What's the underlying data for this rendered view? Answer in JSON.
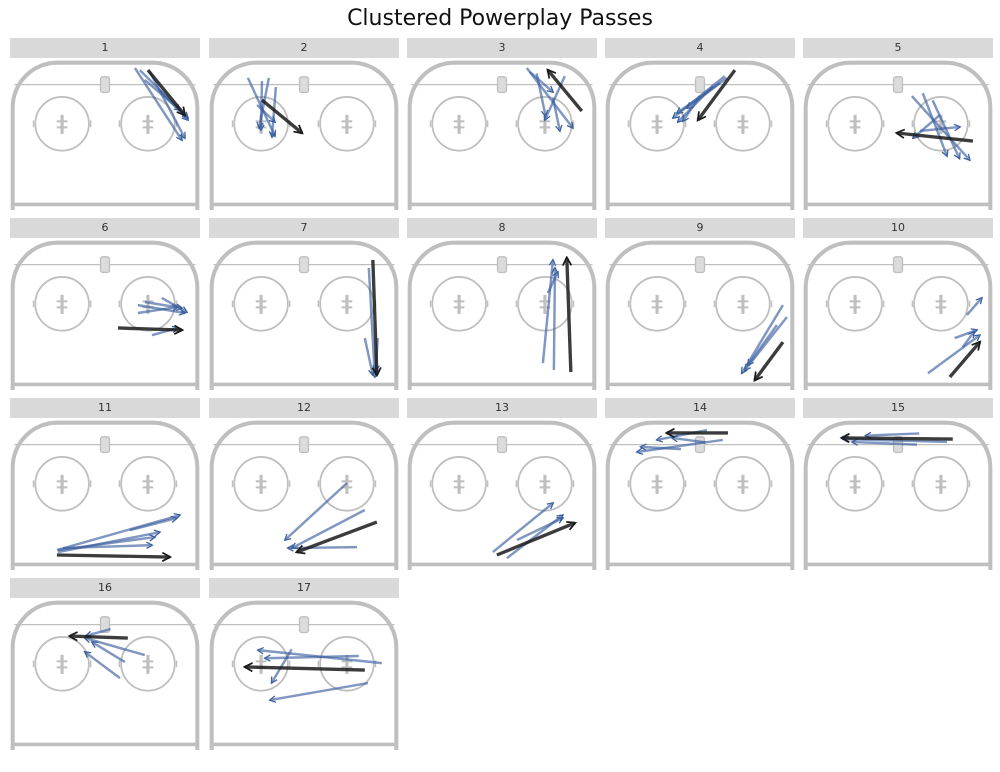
{
  "chart_data": {
    "type": "line",
    "title": "Clustered Powerplay Passes",
    "units": "feet",
    "rink_extent": {
      "x": [
        0,
        85
      ],
      "y": [
        0,
        67
      ]
    },
    "colors": {
      "pass": "#3a5fa0",
      "cluster_mean": "#1a1a1a",
      "rink": "#bfbfbf",
      "strip": "#d9d9d9"
    },
    "panels": [
      {
        "label": "1",
        "mean": [
          61.7,
          4.5,
          78.2,
          24.6
        ],
        "passes": [
          [
            55.9,
            3.6,
            76.9,
            35.8
          ],
          [
            58.1,
            4.5,
            79.6,
            25.9
          ],
          [
            62.6,
            5.4,
            78.2,
            34.9
          ],
          [
            60.3,
            8.9,
            76,
            22.4
          ],
          [
            67,
            13.4,
            79.6,
            26.8
          ]
        ]
      },
      {
        "label": "2",
        "mean": [
          23.7,
          17.9,
          41.6,
          32.6
        ],
        "passes": [
          [
            17.4,
            8,
            29.5,
            34
          ],
          [
            23.7,
            9.4,
            23.2,
            31.3
          ],
          [
            26.8,
            8,
            22.4,
            30.4
          ],
          [
            29.9,
            12.1,
            28.2,
            34.4
          ],
          [
            21.5,
            20.1,
            29.5,
            27.7
          ]
        ]
      },
      {
        "label": "3",
        "mean": [
          78.2,
          22.8,
          63,
          4.5
        ],
        "passes": [
          [
            53.6,
            3.6,
            74.2,
            30.4
          ],
          [
            70.6,
            7.2,
            61.7,
            26.8
          ],
          [
            65.3,
            17,
            68.4,
            31.7
          ],
          [
            55,
            5.4,
            65.3,
            14.3
          ],
          [
            58,
            6,
            62,
            25
          ]
        ]
      },
      {
        "label": "4",
        "mean": [
          58.1,
          4.5,
          41.6,
          26.8
        ],
        "passes": [
          [
            53.6,
            7.2,
            30.4,
            25.9
          ],
          [
            48.3,
            11.6,
            32.6,
            27.7
          ],
          [
            51.4,
            10.3,
            32.2,
            23.7
          ],
          [
            42.5,
            16.1,
            34.9,
            27.3
          ],
          [
            54.5,
            8,
            36.7,
            21.5
          ]
        ]
      },
      {
        "label": "5",
        "mean": [
          76,
          36.2,
          42,
          32.6
        ],
        "passes": [
          [
            48.7,
            16.1,
            74.6,
            44.7
          ],
          [
            53.6,
            14.8,
            64.4,
            42.9
          ],
          [
            52.3,
            31.7,
            70.2,
            29.9
          ],
          [
            61.2,
            24.6,
            49.2,
            34.9
          ],
          [
            58,
            18,
            70,
            44
          ]
        ]
      },
      {
        "label": "6",
        "mean": [
          48.3,
          39.3,
          76.9,
          40.2
        ],
        "passes": [
          [
            57.2,
            29.1,
            78.2,
            32.6
          ],
          [
            60.3,
            27.7,
            76.9,
            30.4
          ],
          [
            67.9,
            25.9,
            79.1,
            32.2
          ],
          [
            63.5,
            42.5,
            75.1,
            39.3
          ],
          [
            57.2,
            32.6,
            75.1,
            29.9
          ]
        ]
      },
      {
        "label": "7",
        "mean": [
          73.3,
          8.9,
          75.1,
          60.3
        ],
        "passes": [
          [
            71.5,
            12.5,
            74.2,
            61.2
          ],
          [
            69.7,
            43.8,
            73.3,
            60.3
          ],
          [
            75.5,
            43.8,
            74.6,
            58.5
          ]
        ]
      },
      {
        "label": "8",
        "mean": [
          73.3,
          59,
          71.5,
          8
        ],
        "passes": [
          [
            60.8,
            55,
            65.3,
            8.9
          ],
          [
            65.7,
            58.1,
            66.2,
            12.5
          ],
          [
            63,
            23.7,
            67.5,
            14.3
          ]
        ]
      },
      {
        "label": "9",
        "mean": [
          79.6,
          45.6,
          67,
          62.6
        ],
        "passes": [
          [
            79.6,
            29.1,
            61.2,
            59.5
          ],
          [
            81.4,
            34.4,
            62.6,
            58.1
          ],
          [
            76.9,
            38,
            63.9,
            55.9
          ]
        ]
      },
      {
        "label": "10",
        "mean": [
          65.7,
          61.2,
          79.1,
          45.6
        ],
        "passes": [
          [
            55.9,
            59.5,
            79.1,
            42.5
          ],
          [
            73.3,
            33.5,
            80,
            25.9
          ],
          [
            67.9,
            43.8,
            77.8,
            40.2
          ],
          [
            71.5,
            47.8,
            76.5,
            41
          ]
        ]
      },
      {
        "label": "11",
        "mean": [
          21,
          60.3,
          71.5,
          61.2
        ],
        "passes": [
          [
            21,
            58.1,
            76,
            42.5
          ],
          [
            21.5,
            59,
            67,
            50.1
          ],
          [
            23.7,
            57.2,
            63.5,
            55.9
          ],
          [
            21.5,
            58.1,
            64.8,
            52.3
          ],
          [
            53.6,
            49.2,
            74.6,
            43.8
          ]
        ]
      },
      {
        "label": "12",
        "mean": [
          75.1,
          45.6,
          39.3,
          59
        ],
        "passes": [
          [
            61.7,
            28.2,
            34,
            53.6
          ],
          [
            69.7,
            40.2,
            37.1,
            57.2
          ],
          [
            66.2,
            56.8,
            35.3,
            57.2
          ]
        ]
      },
      {
        "label": "13",
        "mean": [
          40.2,
          60.3,
          75.1,
          46
        ],
        "passes": [
          [
            38.4,
            59,
            65.3,
            37.1
          ],
          [
            44.7,
            61.7,
            69.7,
            42.5
          ],
          [
            49.2,
            53.6,
            69.7,
            43.8
          ]
        ]
      },
      {
        "label": "14",
        "mean": [
          55,
          5.8,
          27.7,
          5.8
        ],
        "passes": [
          [
            52.7,
            8.9,
            14.3,
            14.3
          ],
          [
            45.6,
            4.5,
            23.2,
            8.9
          ],
          [
            45,
            10,
            30,
            8
          ],
          [
            34,
            13,
            16,
            12
          ]
        ]
      },
      {
        "label": "15",
        "mean": [
          67,
          8.5,
          17.4,
          8
        ],
        "passes": [
          [
            64.4,
            9.8,
            17.9,
            8.5
          ],
          [
            52,
            6,
            28,
            7
          ],
          [
            51,
            11,
            22,
            9.8
          ]
        ]
      },
      {
        "label": "16",
        "mean": [
          52.7,
          17,
          26.8,
          16.1
        ],
        "passes": [
          [
            60.3,
            24.6,
            33.5,
            17
          ],
          [
            49.2,
            34.9,
            33.5,
            23.2
          ],
          [
            51.4,
            27.7,
            36.7,
            18.8
          ],
          [
            45,
            13,
            34,
            16
          ]
        ]
      },
      {
        "label": "17",
        "mean": [
          69.7,
          31.3,
          16.1,
          29.9
        ],
        "passes": [
          [
            77.3,
            28.2,
            21.9,
            22.4
          ],
          [
            71.1,
            37.1,
            27.3,
            44.7
          ],
          [
            37,
            22,
            28,
            37
          ],
          [
            67,
            25,
            25,
            26
          ]
        ]
      }
    ]
  }
}
